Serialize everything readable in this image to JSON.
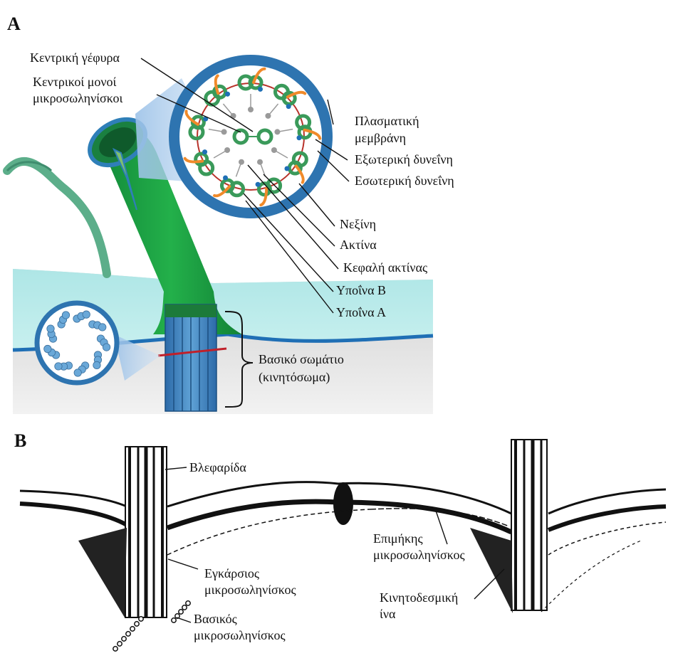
{
  "panel_a": {
    "letter": "A",
    "labels": {
      "central_bridge": "Κεντρική γέφυρα",
      "central_singlets_1": "Κεντρικοί μονοί",
      "central_singlets_2": "μικροσωληνίσκοι",
      "plasma_membrane_1": "Πλασματική",
      "plasma_membrane_2": "μεμβράνη",
      "outer_dynein": "Εξωτερική δυνεΐνη",
      "inner_dynein": "Εσωτερική δυνεΐνη",
      "nexin": "Νεξίνη",
      "radial_spoke": "Ακτίνα",
      "spoke_head": "Κεφαλή ακτίνας",
      "subfiber_b": "Υποΐνα Β",
      "subfiber_a": "Υποΐνα Α",
      "basal_body_1": "Βασικό σωμάτιο",
      "basal_body_2": "(κινητόσωμα)"
    }
  },
  "panel_b": {
    "letter": "B",
    "labels": {
      "cilium": "Βλεφαρίδα",
      "transverse_mt_1": "Εγκάρσιος",
      "transverse_mt_2": "μικροσωληνίσκος",
      "basal_mt_1": "Βασικός",
      "basal_mt_2": "μικροσωληνίσκος",
      "longitudinal_mt_1": "Επιμήκης",
      "longitudinal_mt_2": "μικροσωληνίσκος",
      "kinetodesmal_1": "Κινητοδεσμική",
      "kinetodesmal_2": "ίνα"
    }
  },
  "colors": {
    "cilium_green": "#1e9a3c",
    "membrane_cyan": "#a6e3e3",
    "membrane_blue": "#1f6fb5",
    "cytoplasm_gray": "#dcdcdc",
    "ring_blue": "#2e74b0",
    "doublet_green": "#3a9a5a",
    "dynein_orange": "#f08a2a",
    "nexin_red": "#b8322a",
    "spoke_gray": "#9a9a9a",
    "triplet_blue": "#6aa8d8"
  }
}
